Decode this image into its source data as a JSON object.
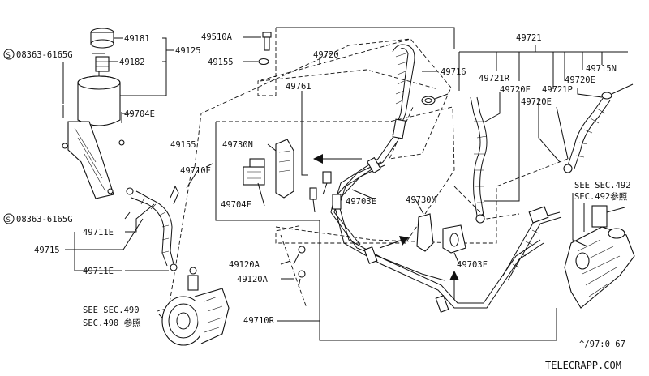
{
  "labels": {
    "p49181": "49181",
    "p49182": "49182",
    "p49125": "49125",
    "p08363_top": "08363-6165G",
    "p49704E": "49704E",
    "p49510A": "49510A",
    "p49155_top": "49155",
    "p49720": "49720",
    "p49761": "49761",
    "p49716": "49716",
    "p49721": "49721",
    "p49721R": "49721R",
    "p49720E_a": "49720E",
    "p49721P": "49721P",
    "p49720E_b": "49720E",
    "p49720E_c": "49720E",
    "p49715N": "49715N",
    "p49155_mid": "49155",
    "p49710E": "49710E",
    "p49730N": "49730N",
    "p49704F": "49704F",
    "p49703E": "49703E",
    "p49730M": "49730M",
    "p49703F": "49703F",
    "p08363_bottom": "08363-6165G",
    "p49711E_a": "49711E",
    "p49715": "49715",
    "p49711E_b": "49711E",
    "p49120A_a": "49120A",
    "p49120A_b": "49120A",
    "p49710R": "49710R",
    "see490_line1": "SEE SEC.490",
    "see490_line2": "SEC.490 参照",
    "see492_line1": "SEE SEC.492",
    "see492_line2": "SEC.492参照",
    "code": "^/97:0 67",
    "watermark": "TELECRAPP.COM"
  },
  "icons": {
    "screw_symbol": "circled-s-icon",
    "arrow": "direction-arrow-icon"
  }
}
